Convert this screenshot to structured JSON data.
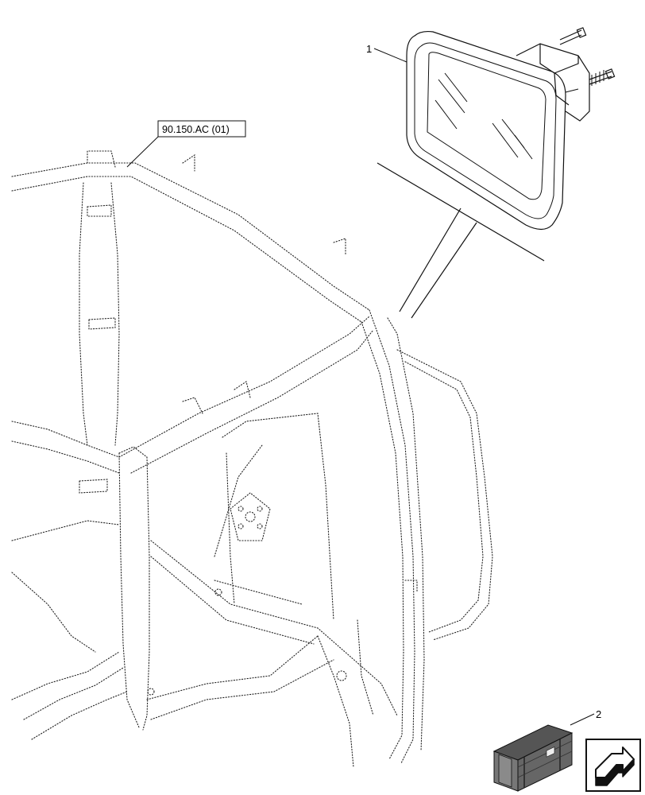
{
  "callouts": {
    "item1": "1",
    "item2": "2",
    "reference": "90.150.AC (01)"
  },
  "icons": {
    "crate": "parts-crate-icon",
    "navigation": "next-arrow-icon"
  }
}
